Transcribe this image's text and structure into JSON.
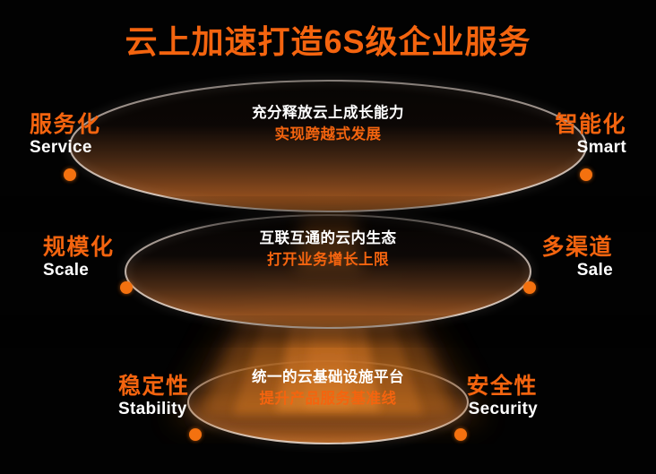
{
  "page": {
    "title": "云上加速打造6S级企业服务",
    "background_color": "#000000",
    "accent_color": "#f4640f",
    "dot_color": "#f4710f",
    "ring_stroke_color": "#cdbdb3",
    "text_color": "#ffffff"
  },
  "rings": [
    {
      "id": "top",
      "caption_main": "充分释放云上成长能力",
      "caption_sub": "实现跨越式发展",
      "nodes": [
        {
          "cn": "服务化",
          "en": "Service"
        },
        {
          "cn": "智能化",
          "en": "Smart"
        }
      ]
    },
    {
      "id": "middle",
      "caption_main": "互联互通的云内生态",
      "caption_sub": "打开业务增长上限",
      "nodes": [
        {
          "cn": "规模化",
          "en": "Scale"
        },
        {
          "cn": "多渠道",
          "en": "Sale"
        }
      ]
    },
    {
      "id": "bottom",
      "caption_main": "统一的云基础设施平台",
      "caption_sub": "提升产品服务基准线",
      "nodes": [
        {
          "cn": "稳定性",
          "en": "Stability"
        },
        {
          "cn": "安全性",
          "en": "Security"
        }
      ]
    }
  ]
}
